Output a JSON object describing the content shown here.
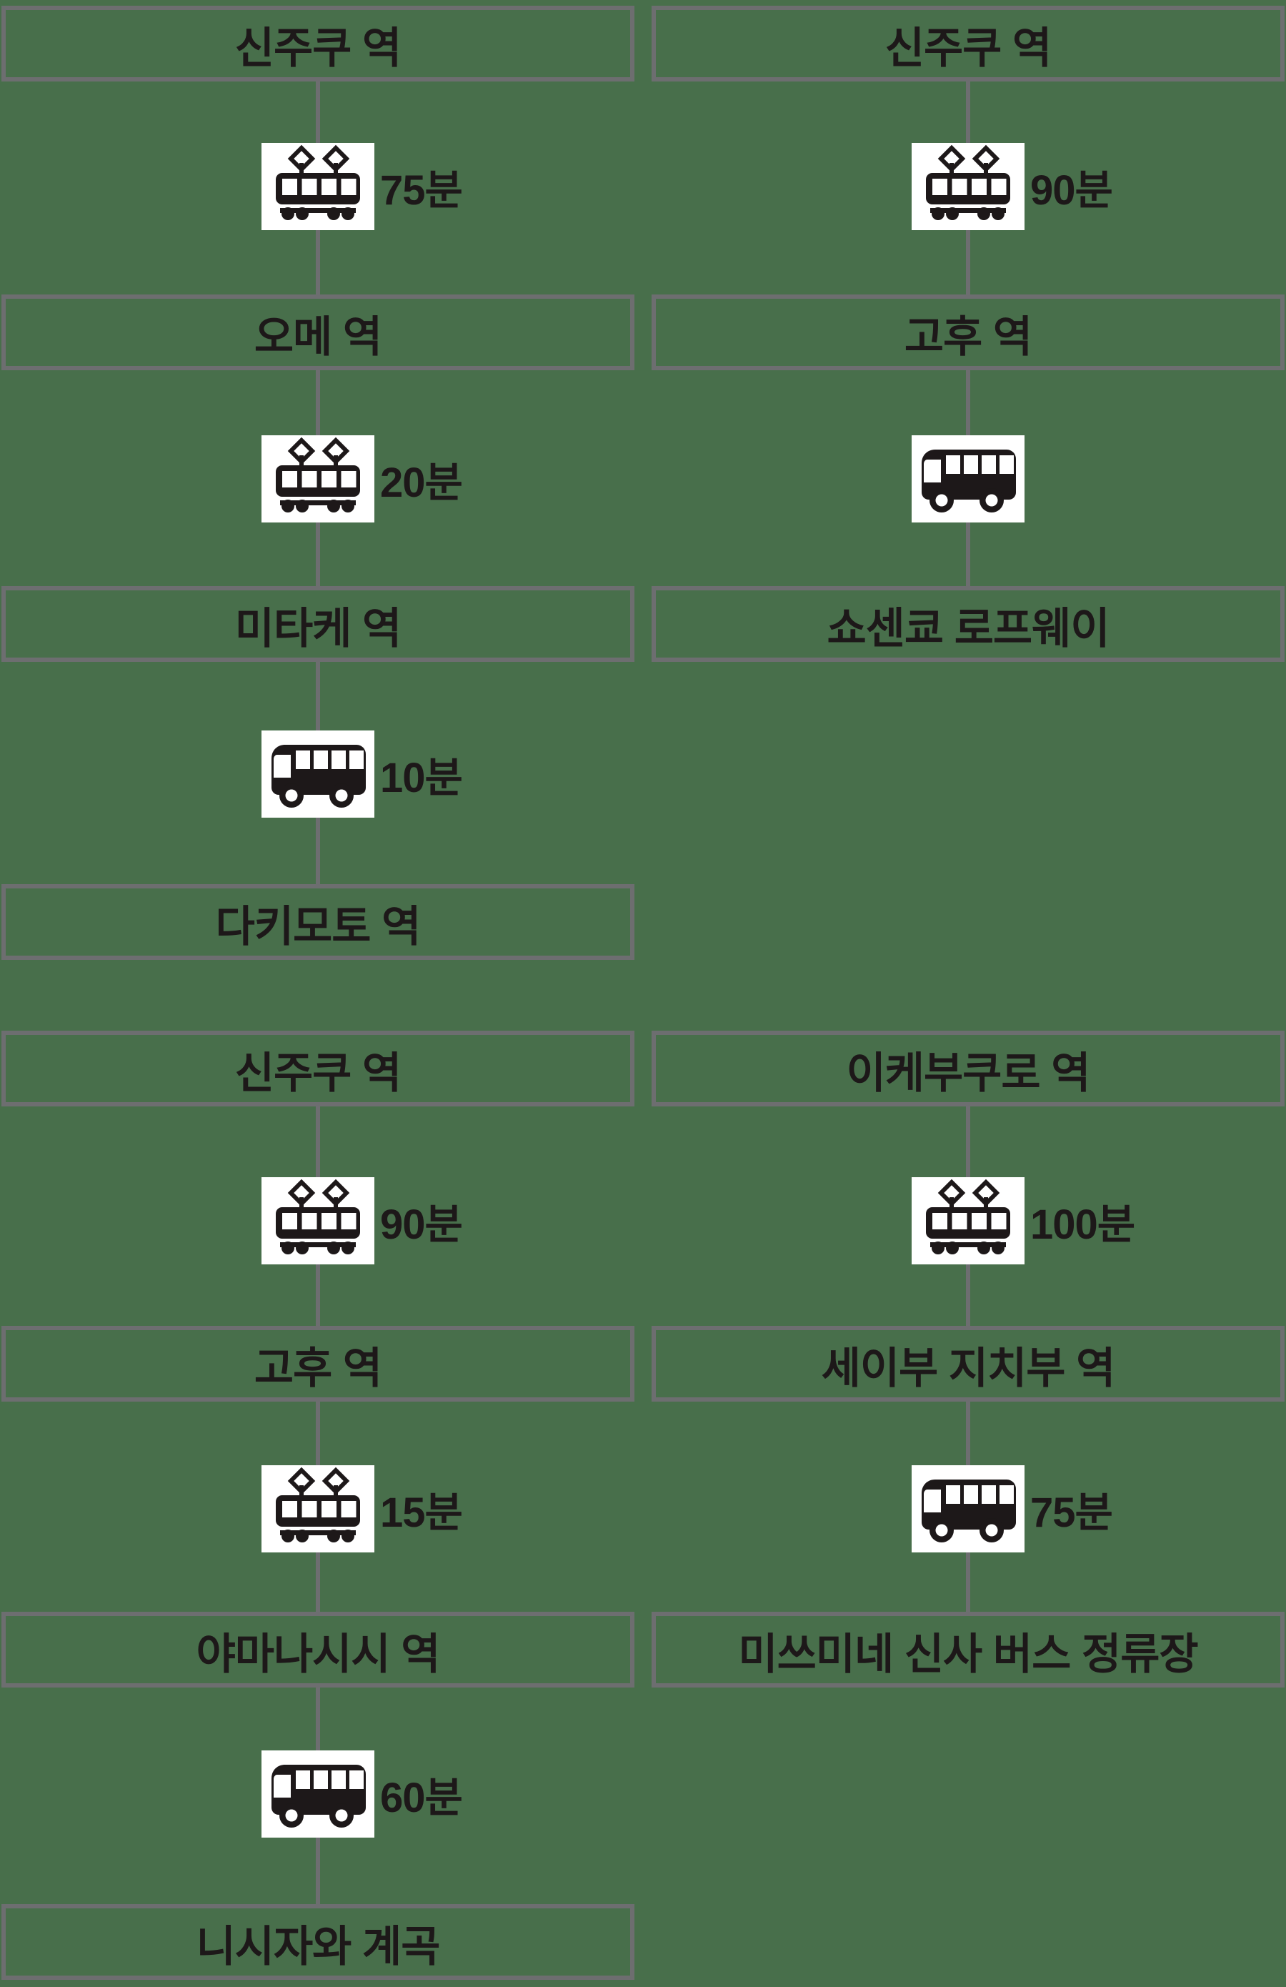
{
  "canvas": {
    "background_color": "#486F4B",
    "border_color": "#6D6E70",
    "text_color": "#1D1819",
    "icon_tile_color": "#FFFFFF",
    "icons": {
      "train": "train-icon",
      "bus": "bus-icon"
    }
  },
  "diagrams": [
    {
      "name": "route-top-left",
      "stops": [
        {
          "label": "신주쿠 역"
        },
        {
          "label": "오메 역"
        },
        {
          "label": "미타케 역"
        },
        {
          "label": "다키모토 역"
        }
      ],
      "legs": [
        {
          "mode": "train",
          "duration": "75분"
        },
        {
          "mode": "train",
          "duration": "20분"
        },
        {
          "mode": "bus",
          "duration": "10분"
        }
      ]
    },
    {
      "name": "route-top-right",
      "stops": [
        {
          "label": "신주쿠 역"
        },
        {
          "label": "고후 역"
        },
        {
          "label": "쇼센쿄 로프웨이"
        }
      ],
      "legs": [
        {
          "mode": "train",
          "duration": "90분"
        },
        {
          "mode": "bus",
          "duration": ""
        }
      ]
    },
    {
      "name": "route-bottom-left",
      "stops": [
        {
          "label": "신주쿠 역"
        },
        {
          "label": "고후 역"
        },
        {
          "label": "야마나시시 역"
        },
        {
          "label": "니시자와 계곡"
        }
      ],
      "legs": [
        {
          "mode": "train",
          "duration": "90분"
        },
        {
          "mode": "train",
          "duration": "15분"
        },
        {
          "mode": "bus",
          "duration": "60분"
        }
      ]
    },
    {
      "name": "route-bottom-right",
      "stops": [
        {
          "label": "이케부쿠로 역"
        },
        {
          "label": "세이부 지치부 역"
        },
        {
          "label": "미쓰미네 신사 버스 정류장"
        }
      ],
      "legs": [
        {
          "mode": "train",
          "duration": "100분"
        },
        {
          "mode": "bus",
          "duration": "75분"
        }
      ]
    }
  ]
}
